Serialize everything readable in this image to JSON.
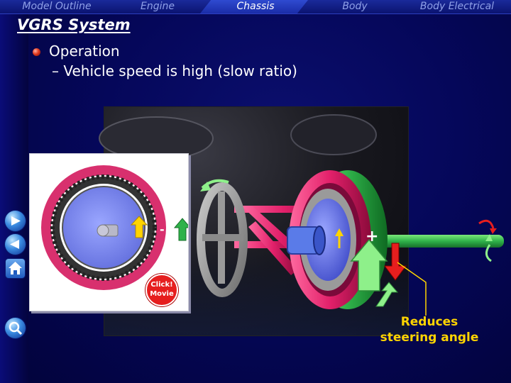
{
  "nav": {
    "tabs": [
      {
        "label": "Model Outline",
        "active": false
      },
      {
        "label": "Engine",
        "active": false
      },
      {
        "label": "Chassis",
        "active": true
      },
      {
        "label": "Body",
        "active": false
      },
      {
        "label": "Body Electrical",
        "active": false
      }
    ]
  },
  "slide": {
    "title": "VGRS System",
    "bullet_text": "Operation",
    "sub_text": "– Vehicle speed is high (slow ratio)"
  },
  "movie": {
    "button_line1": "Click!",
    "button_line2": "Movie",
    "minus_sign": "-"
  },
  "diagram": {
    "plus_sign": "+",
    "minus_sign": "–"
  },
  "callout": {
    "line1": "Reduces",
    "line2": "steering angle"
  },
  "colors": {
    "ring_magenta": "#e2206a",
    "gear_green": "#2fb24a",
    "inner_blue": "#5f6ee0",
    "arrow_yellow": "#ffd400",
    "arrow_red": "#e61e1e",
    "arrow_light_green": "#8ef08a"
  },
  "side_nav": {
    "icons": [
      "forward-arrow-icon",
      "back-arrow-icon",
      "home-icon",
      "search-icon"
    ]
  }
}
